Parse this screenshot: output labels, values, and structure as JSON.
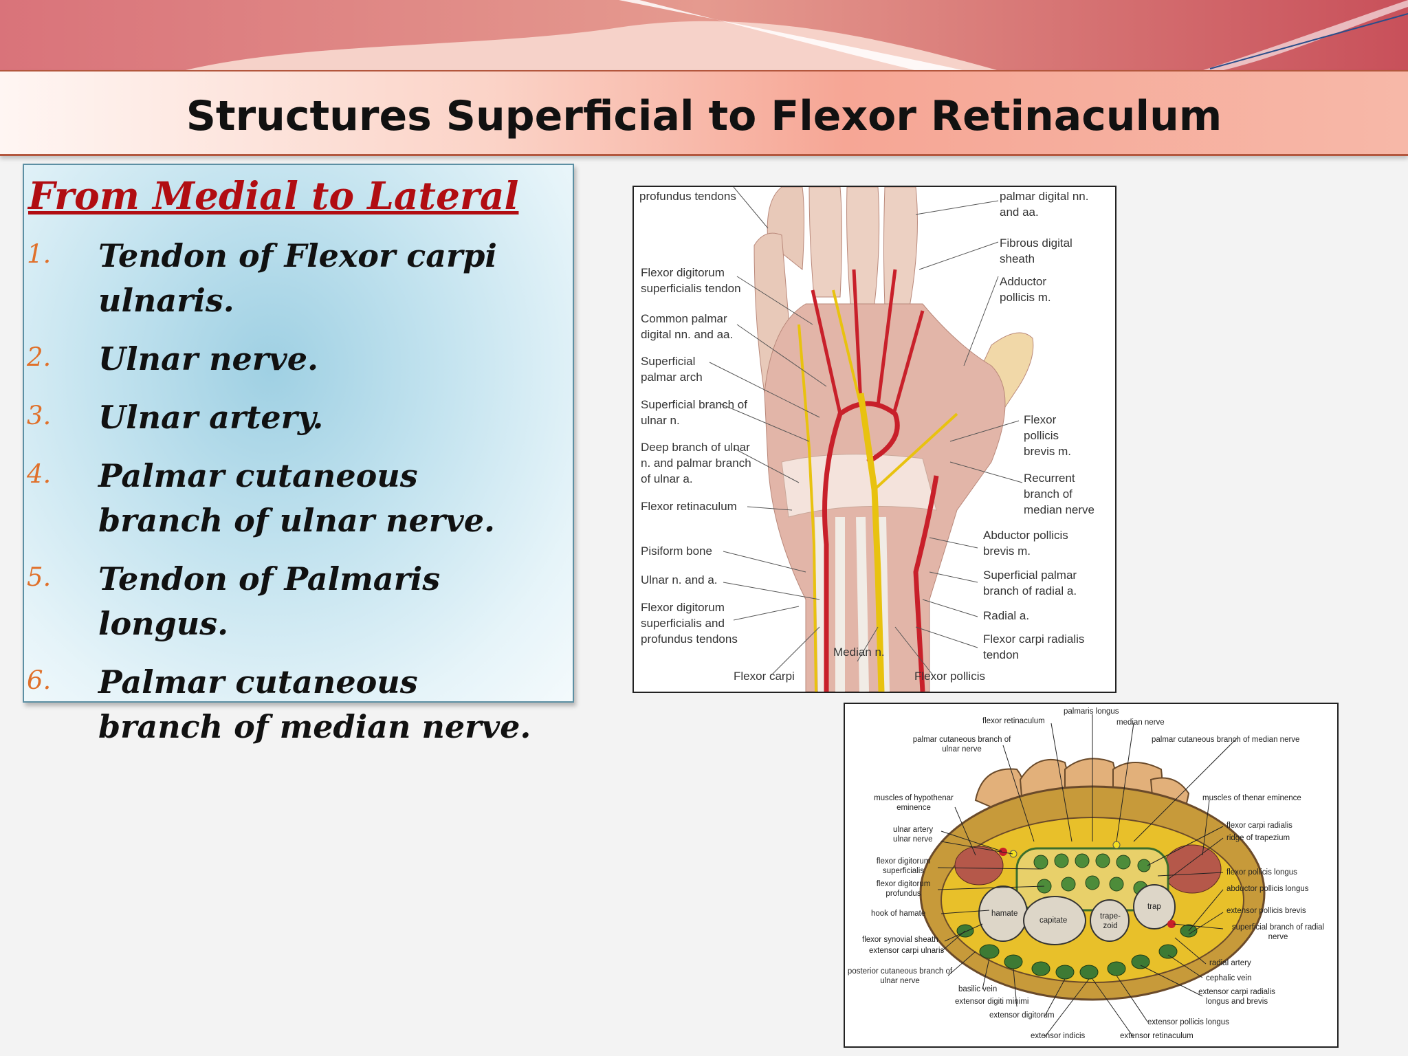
{
  "slide": {
    "title": "Structures Superficial to Flexor Retinaculum",
    "heading": "From Medial to Lateral",
    "items": [
      {
        "num": "1.",
        "text": "Tendon of Flexor carpi ulnaris."
      },
      {
        "num": "2.",
        "text": "Ulnar nerve."
      },
      {
        "num": "3.",
        "text": "Ulnar artery."
      },
      {
        "num": "4.",
        "text": "Palmar cutaneous branch of ulnar nerve."
      },
      {
        "num": "5.",
        "text": "Tendon of Palmaris longus."
      },
      {
        "num": "6.",
        "text": "Palmar cutaneous branch of median nerve."
      }
    ]
  },
  "figure1": {
    "labels": {
      "profundus_tendons": "profundus tendons",
      "palmar_digital": "palmar digital nn. and aa.",
      "fibrous_sheath": "Fibrous digital sheath",
      "adductor_pollicis": "Adductor pollicis m.",
      "fds_tendon": "Flexor digitorum superficialis tendon",
      "common_palmar": "Common palmar digital nn. and aa.",
      "superficial_arch": "Superficial palmar arch",
      "superficial_branch": "Superficial branch of ulnar n.",
      "deep_branch": "Deep branch of ulnar n. and palmar branch of ulnar a.",
      "flexor_retinaculum": "Flexor retinaculum",
      "pisiform": "Pisiform bone",
      "ulnar_n_a": "Ulnar n. and a.",
      "fds_fdp": "Flexor digitorum superficialis and profundus tendons",
      "flexor_carpi": "Flexor carpi",
      "median_n": "Median n.",
      "flexor_pollicis": "Flexor pollicis",
      "fpb": "Flexor pollicis brevis m.",
      "recurrent_branch": "Recurrent branch of median nerve",
      "abductor_pollicis": "Abductor pollicis brevis m.",
      "superficial_palmar_radial": "Superficial palmar branch of radial a.",
      "radial_a": "Radial a.",
      "fcr_tendon": "Flexor carpi radialis tendon"
    }
  },
  "figure2": {
    "labels": {
      "palmaris_longus": "palmaris longus",
      "flexor_retinaculum": "flexor retinaculum",
      "median_nerve": "median nerve",
      "pc_ulnar": "palmar cutaneous branch of ulnar nerve",
      "pc_median": "palmar cutaneous branch of median nerve",
      "hypothenar": "muscles of hypothenar eminence",
      "thenar": "muscles of thenar eminence",
      "ulnar_artery": "ulnar artery",
      "ulnar_nerve": "ulnar nerve",
      "fcr": "flexor carpi radialis",
      "ridge_trapezium": "ridge of trapezium",
      "fds": "flexor digitorum superficialis",
      "fdp": "flexor digitorum profundus",
      "fpl": "flexor pollicis longus",
      "apl": "abductor pollicis longus",
      "hook_hamate": "hook of hamate",
      "epb": "extensor pollicis brevis",
      "superficial_radial": "superficial branch of radial nerve",
      "synovial_sheath": "flexor synovial sheath",
      "ecu": "extensor carpi ulnaris",
      "radial_artery": "radial artery",
      "posterior_cutaneous": "posterior cutaneous branch of ulnar nerve",
      "cephalic_vein": "cephalic vein",
      "basilic_vein": "basilic vein",
      "ecrl": "extensor carpi radialis longus and brevis",
      "edm": "extensor digiti minimi",
      "ed": "extensor digitorum",
      "epl": "extensor pollicis longus",
      "ei": "extensor indicis",
      "er": "extensor retinaculum",
      "hamate": "hamate",
      "capitate": "capitate",
      "trapezoid": "trape- zoid",
      "trap": "trap"
    }
  },
  "colors": {
    "accent_red": "#b10d12",
    "number_orange": "#e0702a",
    "title_border": "#b3573e"
  }
}
